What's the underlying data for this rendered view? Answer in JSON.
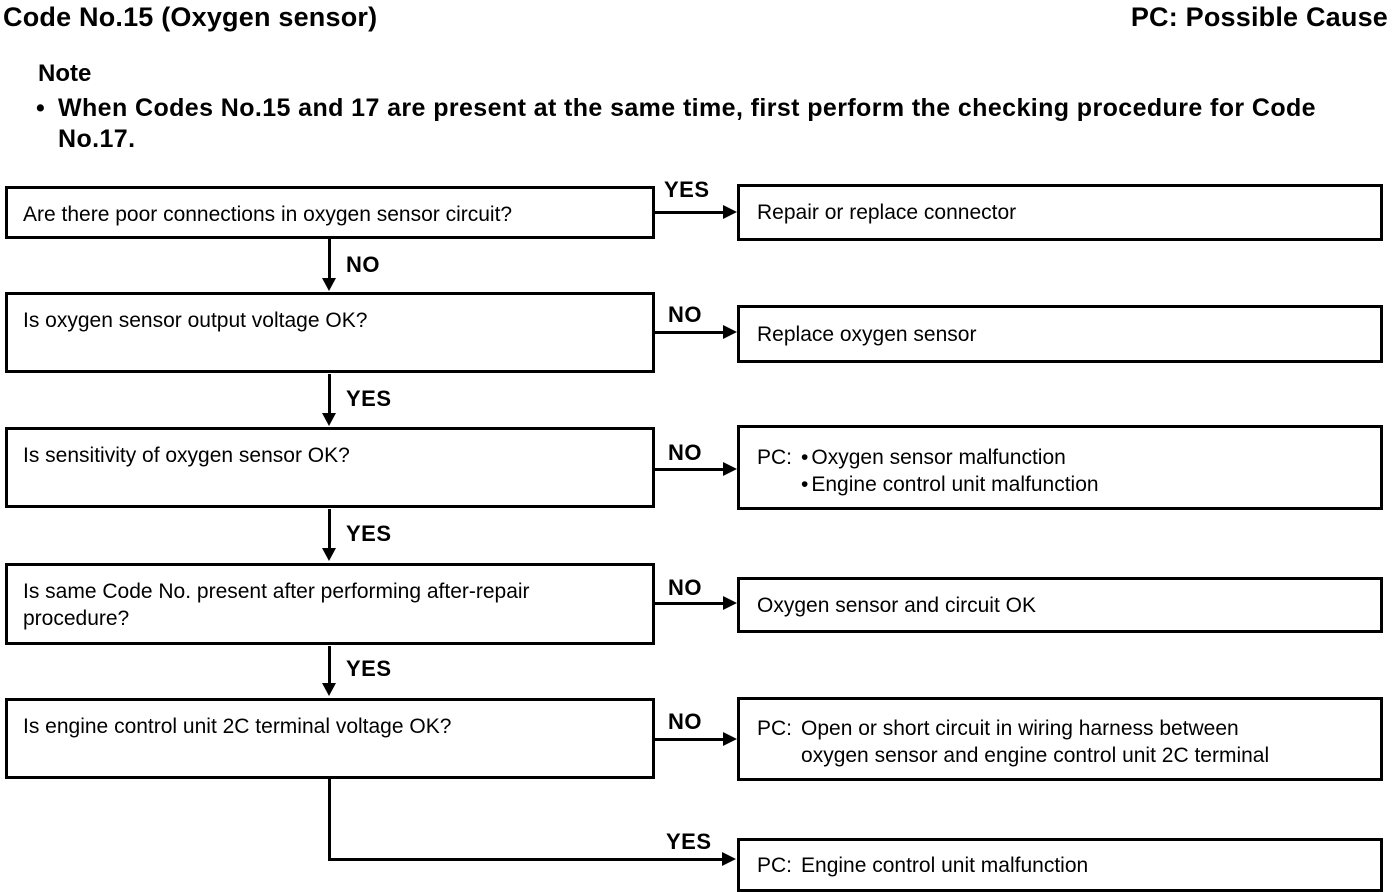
{
  "header": {
    "title": "Code No.15 (Oxygen sensor)",
    "legend": "PC: Possible Cause"
  },
  "note": {
    "heading": "Note",
    "bullet": "•",
    "text": "When Codes No.15 and 17 are present at the same time, first perform the checking procedure for Code No.17."
  },
  "flowchart": {
    "steps": [
      {
        "question": "Are there poor connections in oxygen sensor circuit?",
        "right_branch": "YES",
        "down_branch": "NO",
        "result": "Repair or replace connector"
      },
      {
        "question": "Is oxygen sensor output voltage OK?",
        "right_branch": "NO",
        "down_branch": "YES",
        "result": "Replace oxygen sensor"
      },
      {
        "question": "Is sensitivity of oxygen sensor OK?",
        "right_branch": "NO",
        "down_branch": "YES",
        "result_prefix": "PC:",
        "bullet": "•",
        "result_items": [
          "Oxygen sensor malfunction",
          "Engine control unit malfunction"
        ]
      },
      {
        "question": "Is same Code No. present after performing after-repair procedure?",
        "right_branch": "NO",
        "down_branch": "YES",
        "result": "Oxygen sensor and circuit OK"
      },
      {
        "question": "Is engine control unit 2C terminal voltage OK?",
        "right_branch": "NO",
        "down_branch": "YES",
        "result_prefix": "PC:",
        "result": "Open or short circuit in wiring harness between oxygen sensor and engine control unit 2C terminal"
      }
    ],
    "final": {
      "result_prefix": "PC:",
      "result": "Engine control unit malfunction"
    }
  }
}
